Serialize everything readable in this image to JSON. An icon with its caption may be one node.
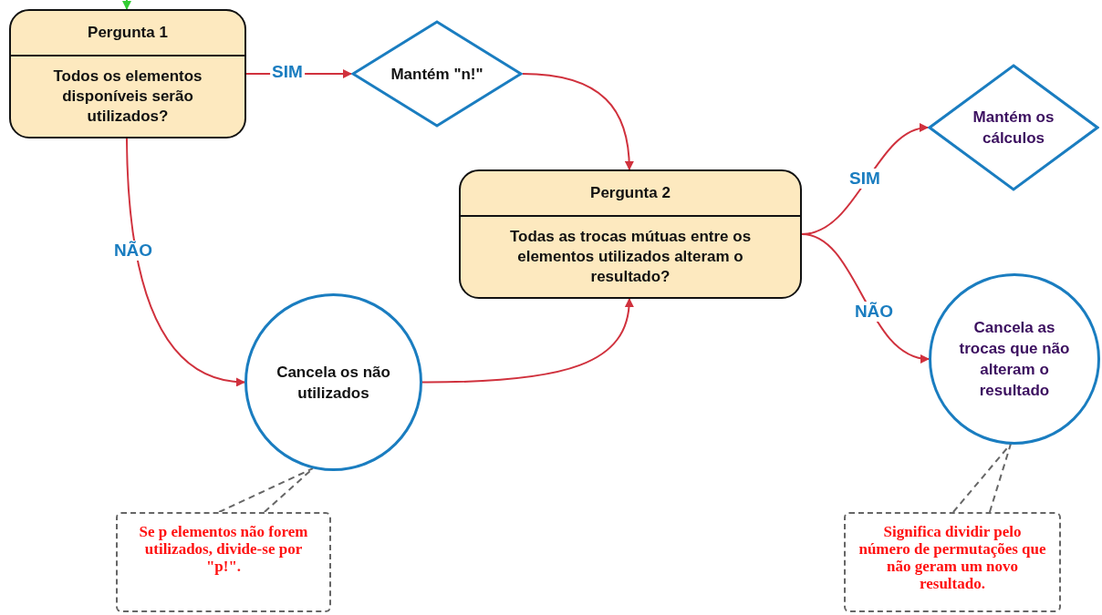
{
  "diagram": {
    "nodes": [
      {
        "text": [
          "Pergunta 1",
          "Todos os elementos disponíveis serão utilizados?"
        ]
      },
      {
        "text": [
          "Mantém \"n!\""
        ]
      },
      {
        "text": [
          "Mantém os cálculos"
        ]
      },
      {
        "text": [
          "Pergunta 2",
          "Todas as trocas mútuas entre os elementos utilizados alteram o resultado?"
        ]
      },
      {
        "text": [
          "Cancela os não utilizados"
        ]
      },
      {
        "text": [
          "Cancela as trocas que não alteram o resultado"
        ]
      },
      {
        "text": [
          "Se p elementos não forem utilizados, divide-se por \"p!\"."
        ]
      },
      {
        "text": [
          "Significa dividir pelo número de permutações que não geram um novo resultado."
        ]
      }
    ],
    "edges": [
      {
        "from": null,
        "to": 0,
        "arrow": "to",
        "color": "#33cc33"
      },
      {
        "from": 0,
        "to": 1,
        "arrow": "to",
        "label": "SIM"
      },
      {
        "from": 1,
        "to": 3,
        "arrow": "to"
      },
      {
        "from": 0,
        "to": 4,
        "arrow": "to",
        "label": "NÃO"
      },
      {
        "from": 4,
        "to": 3,
        "arrow": "to"
      },
      {
        "from": 3,
        "to": 2,
        "arrow": "to",
        "label": "SIM"
      },
      {
        "from": 3,
        "to": 5,
        "arrow": "to",
        "label": "NÃO"
      },
      {
        "from": 6,
        "to": 4,
        "arrow": "none",
        "style": "dashed",
        "color": "#666666"
      },
      {
        "from": 7,
        "to": 5,
        "arrow": "none",
        "style": "dashed",
        "color": "#666666"
      }
    ]
  }
}
